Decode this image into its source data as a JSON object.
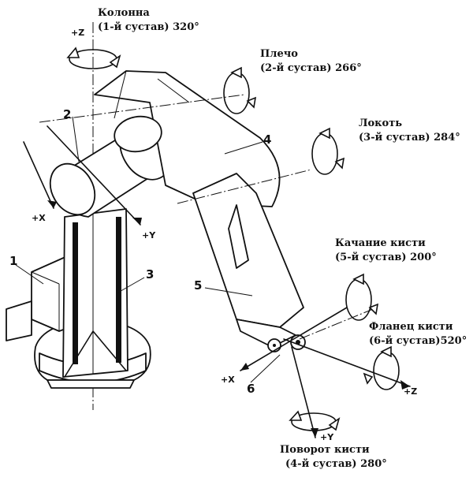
{
  "joints": [
    {
      "id": "column",
      "name": "Колонна",
      "axis": "(1-й сустав)",
      "angle": "320°"
    },
    {
      "id": "shoulder",
      "name": "Плечо",
      "axis": "(2-й сустав)",
      "angle": "266°"
    },
    {
      "id": "elbow",
      "name": "Локоть",
      "axis": "(3-й сустав)",
      "angle": "284°"
    },
    {
      "id": "wrist-pitch",
      "name": "Качание кисти",
      "axis": "(5-й сустав)",
      "angle": "200°"
    },
    {
      "id": "wrist-flange",
      "name": "Фланец кисти",
      "axis": "(6-й сустав)",
      "angle": "520°"
    },
    {
      "id": "wrist-roll",
      "name": "Поворот кисти",
      "axis": "(4-й сустав)",
      "angle": "280°"
    }
  ],
  "axes": {
    "z_top": "+Z",
    "x_left": "+X",
    "y_left": "+Y",
    "x_right": "+X",
    "z_right": "+Z",
    "y_bottom": "+Y"
  },
  "parts": [
    "1",
    "2",
    "3",
    "4",
    "5",
    "6"
  ],
  "icons": [
    "rotation-arrow-icon"
  ]
}
